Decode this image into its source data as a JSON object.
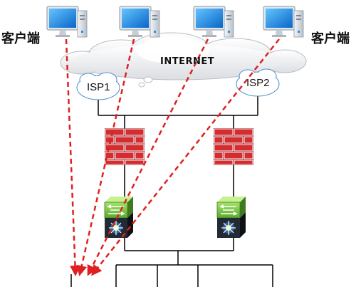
{
  "labels": {
    "client_left": "客户端",
    "client_right": "客户端",
    "internet": "INTERNET",
    "isp1": "ISP1",
    "isp2": "ISP2"
  },
  "icons": {
    "computers": [
      "computer-icon",
      "computer-icon",
      "computer-icon",
      "computer-icon"
    ],
    "firewalls": [
      "firewall-icon",
      "firewall-icon"
    ],
    "switches": [
      "switch-icon",
      "switch-icon"
    ],
    "cloud": "cloud-icon"
  },
  "colors": {
    "monitor_blue": "#1e8fe0",
    "firewall_red": "#c8262a",
    "switch_green": "#7bc843",
    "dashed_arrow": "#e02020",
    "line": "#000000"
  }
}
